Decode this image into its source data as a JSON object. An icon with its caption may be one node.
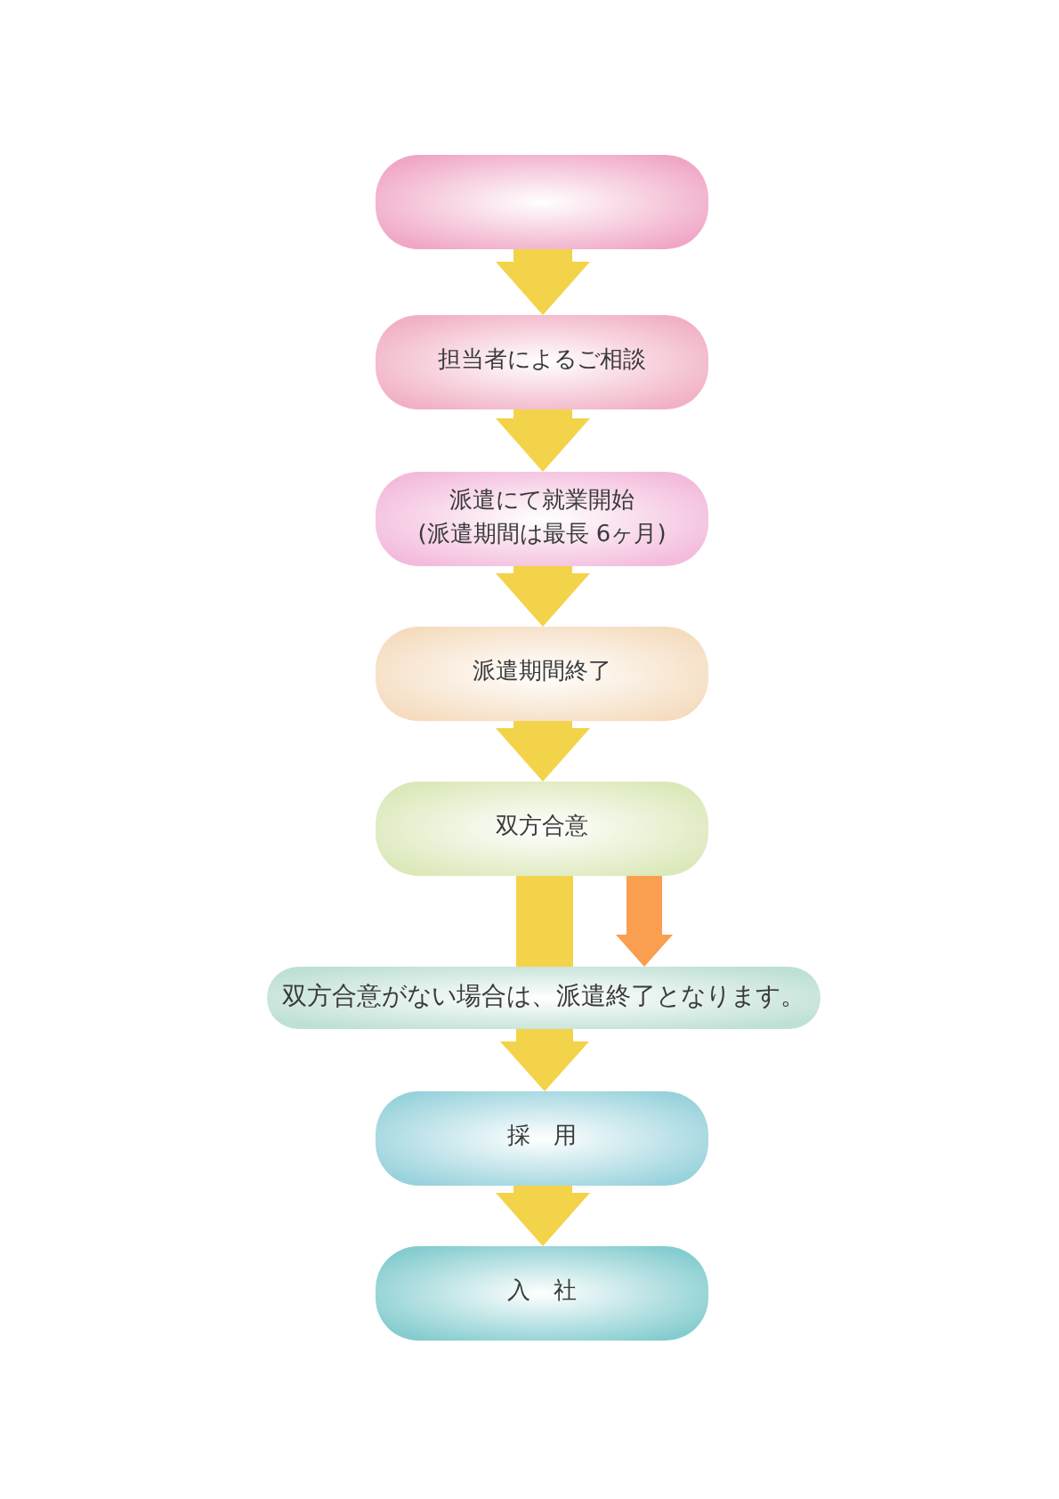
{
  "diagram": {
    "nodes": [
      {
        "text": [],
        "shape": "box"
      },
      {
        "text": [
          "担当者によるご相談"
        ]
      },
      {
        "text": [
          "派遣にて就業開始 (派遣期間は最長 6ヶ月)"
        ]
      },
      {
        "text": [
          "派遣期間終了"
        ]
      },
      {
        "text": [
          "双方合意"
        ]
      },
      {
        "text": [
          "双方合意がない場合は、派遣終了となります。"
        ]
      },
      {
        "text": [
          "採　用"
        ]
      },
      {
        "text": [
          "入　社"
        ]
      }
    ],
    "edges": [
      {
        "from": 0,
        "to": 1,
        "arrow": "to"
      },
      {
        "from": 1,
        "to": 2,
        "arrow": "to"
      },
      {
        "from": 2,
        "to": 3,
        "arrow": "to"
      },
      {
        "from": 3,
        "to": 4,
        "arrow": "to"
      },
      {
        "from": 4,
        "to": 6,
        "arrow": "to"
      },
      {
        "from": 4,
        "to": 5,
        "arrow": "to",
        "color": "#fa9e4f"
      },
      {
        "from": 6,
        "to": 7,
        "arrow": "to"
      }
    ]
  }
}
